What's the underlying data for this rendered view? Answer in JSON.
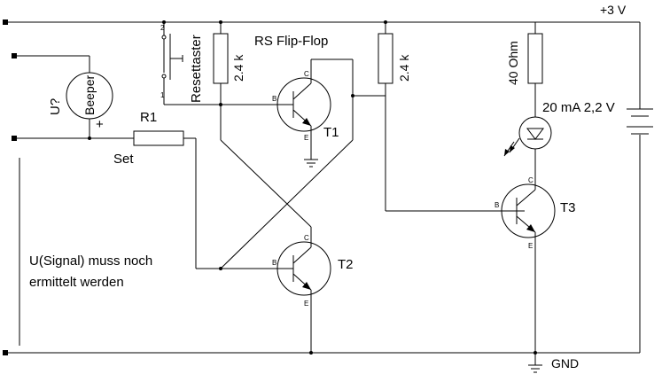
{
  "supply": {
    "label": "+3 V"
  },
  "ground": {
    "label": "GND"
  },
  "title": {
    "label": "RS Flip-Flop"
  },
  "beeper": {
    "name": "U?",
    "body_label": "Beeper",
    "polarity": "+"
  },
  "reset_switch": {
    "label": "Resettaster",
    "pin_top": "2",
    "pin_bottom": "1"
  },
  "resistors": {
    "r_left": "2.4 k",
    "r_right": "2.4 k",
    "r_led": "40 Ohm",
    "r1_name": "R1"
  },
  "set_label": "Set",
  "led": {
    "label": "20 mA 2,2 V"
  },
  "transistors": {
    "t1": {
      "name": "T1",
      "base": "B",
      "collector": "C",
      "emitter": "E"
    },
    "t2": {
      "name": "T2",
      "base": "B",
      "collector": "C",
      "emitter": "E"
    },
    "t3": {
      "name": "T3",
      "base": "B",
      "collector": "C",
      "emitter": "E"
    }
  },
  "note": {
    "line1": "U(Signal) muss noch",
    "line2": "ermittelt werden"
  }
}
